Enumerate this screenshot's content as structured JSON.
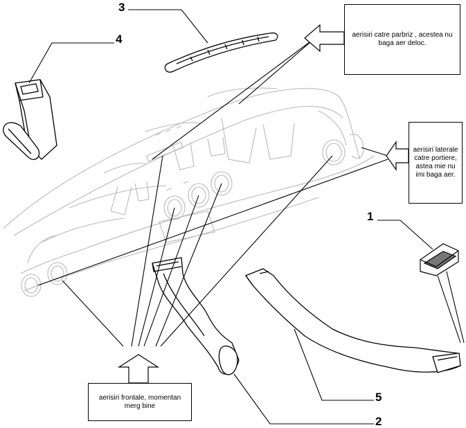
{
  "callouts": {
    "c1": "1",
    "c2": "2",
    "c3": "3",
    "c4": "4",
    "c5": "5"
  },
  "notes": {
    "windshield": "aerisiri catre parbriz , acestea nu baga aer deloc.",
    "lateral": "aerisiri laterale catre portiere, astea mie nu imi baga aer.",
    "frontal": "aerisiri frontale, momentan merg bine"
  }
}
